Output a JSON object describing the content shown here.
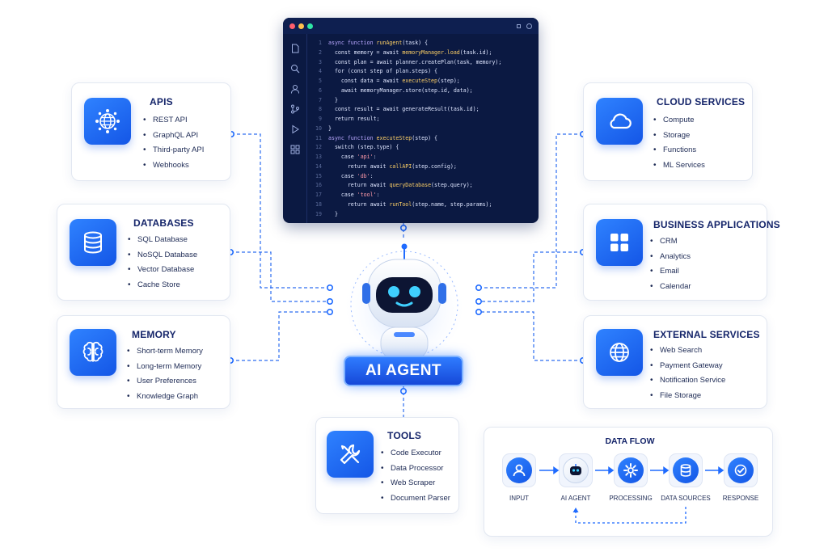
{
  "code_window": {
    "lines": [
      {
        "n": "1",
        "parts": [
          {
            "t": "async function ",
            "c": "kw"
          },
          {
            "t": "runAgent",
            "c": "fn"
          },
          {
            "t": "(task) {",
            "c": ""
          }
        ]
      },
      {
        "n": "2",
        "parts": [
          {
            "t": "  const memory = await ",
            "c": ""
          },
          {
            "t": "memoryManager.load",
            "c": "fn"
          },
          {
            "t": "(task.id);",
            "c": ""
          }
        ]
      },
      {
        "n": "3",
        "parts": [
          {
            "t": "  const plan = await planner.createPlan(task, memory);",
            "c": ""
          }
        ]
      },
      {
        "n": "4",
        "parts": [
          {
            "t": "  for (const step of plan.steps) {",
            "c": ""
          }
        ]
      },
      {
        "n": "5",
        "parts": [
          {
            "t": "    const data = await ",
            "c": ""
          },
          {
            "t": "executeStep",
            "c": "fn"
          },
          {
            "t": "(step);",
            "c": ""
          }
        ]
      },
      {
        "n": "6",
        "parts": [
          {
            "t": "    await memoryManager.store(step.id, data);",
            "c": ""
          }
        ]
      },
      {
        "n": "7",
        "parts": [
          {
            "t": "  }",
            "c": ""
          }
        ]
      },
      {
        "n": "8",
        "parts": [
          {
            "t": "  const result = await generateResult(task.id);",
            "c": ""
          }
        ]
      },
      {
        "n": "9",
        "parts": [
          {
            "t": "  return result;",
            "c": ""
          }
        ]
      },
      {
        "n": "10",
        "parts": [
          {
            "t": "}",
            "c": ""
          }
        ]
      },
      {
        "n": "11",
        "parts": [
          {
            "t": "async function ",
            "c": "kw"
          },
          {
            "t": "executeStep",
            "c": "fn"
          },
          {
            "t": "(step) {",
            "c": ""
          }
        ]
      },
      {
        "n": "12",
        "parts": [
          {
            "t": "  switch (step.type) {",
            "c": ""
          }
        ]
      },
      {
        "n": "13",
        "parts": [
          {
            "t": "    case ",
            "c": ""
          },
          {
            "t": "'api'",
            "c": "st"
          },
          {
            "t": ":",
            "c": ""
          }
        ]
      },
      {
        "n": "14",
        "parts": [
          {
            "t": "      return await ",
            "c": ""
          },
          {
            "t": "callAPI",
            "c": "fn"
          },
          {
            "t": "(step.config);",
            "c": ""
          }
        ]
      },
      {
        "n": "15",
        "parts": [
          {
            "t": "    case ",
            "c": ""
          },
          {
            "t": "'db'",
            "c": "st"
          },
          {
            "t": ":",
            "c": ""
          }
        ]
      },
      {
        "n": "16",
        "parts": [
          {
            "t": "      return await ",
            "c": ""
          },
          {
            "t": "queryDatabase",
            "c": "fn"
          },
          {
            "t": "(step.query);",
            "c": ""
          }
        ]
      },
      {
        "n": "17",
        "parts": [
          {
            "t": "    case ",
            "c": ""
          },
          {
            "t": "'tool'",
            "c": "st"
          },
          {
            "t": ":",
            "c": ""
          }
        ]
      },
      {
        "n": "18",
        "parts": [
          {
            "t": "      return await ",
            "c": ""
          },
          {
            "t": "runTool",
            "c": "fn"
          },
          {
            "t": "(step.name, step.params);",
            "c": ""
          }
        ]
      },
      {
        "n": "19",
        "parts": [
          {
            "t": "  }",
            "c": ""
          }
        ]
      }
    ],
    "sidebar_icons": [
      "file-icon",
      "search-icon",
      "user-icon",
      "git-icon",
      "play-icon",
      "grid-icon"
    ]
  },
  "agent": {
    "label": "AI AGENT"
  },
  "cards": {
    "apis": {
      "title": "APIS",
      "icon": "network-globe-icon",
      "items": [
        "REST API",
        "GraphQL API",
        "Third-party API",
        "Webhooks"
      ]
    },
    "databases": {
      "title": "DATABASES",
      "icon": "database-icon",
      "items": [
        "SQL Database",
        "NoSQL Database",
        "Vector Database",
        "Cache Store"
      ]
    },
    "memory": {
      "title": "MEMORY",
      "icon": "brain-icon",
      "items": [
        "Short-term Memory",
        "Long-term Memory",
        "User Preferences",
        "Knowledge Graph"
      ]
    },
    "tools": {
      "title": "TOOLS",
      "icon": "wrench-screwdriver-icon",
      "items": [
        "Code Executor",
        "Data Processor",
        "Web Scraper",
        "Document Parser"
      ]
    },
    "cloud": {
      "title": "CLOUD SERVICES",
      "icon": "cloud-icon",
      "items": [
        "Compute",
        "Storage",
        "Functions",
        "ML Services"
      ]
    },
    "business": {
      "title": "BUSINESS APPLICATIONS",
      "icon": "apps-grid-icon",
      "items": [
        "CRM",
        "Analytics",
        "Email",
        "Calendar"
      ]
    },
    "external": {
      "title": "EXTERNAL SERVICES",
      "icon": "globe-icon",
      "items": [
        "Web Search",
        "Payment Gateway",
        "Notification Service",
        "File Storage"
      ]
    }
  },
  "data_flow": {
    "title": "DATA FLOW",
    "steps": [
      {
        "label": "INPUT",
        "icon": "user-icon"
      },
      {
        "label": "AI AGENT",
        "icon": "robot-icon"
      },
      {
        "label": "PROCESSING",
        "icon": "gear-icon"
      },
      {
        "label": "DATA SOURCES",
        "icon": "database-icon"
      },
      {
        "label": "RESPONSE",
        "icon": "check-icon"
      }
    ]
  },
  "colors": {
    "accent": "#1f6bff",
    "navy": "#15256a",
    "code_bg": "#0b1942"
  }
}
